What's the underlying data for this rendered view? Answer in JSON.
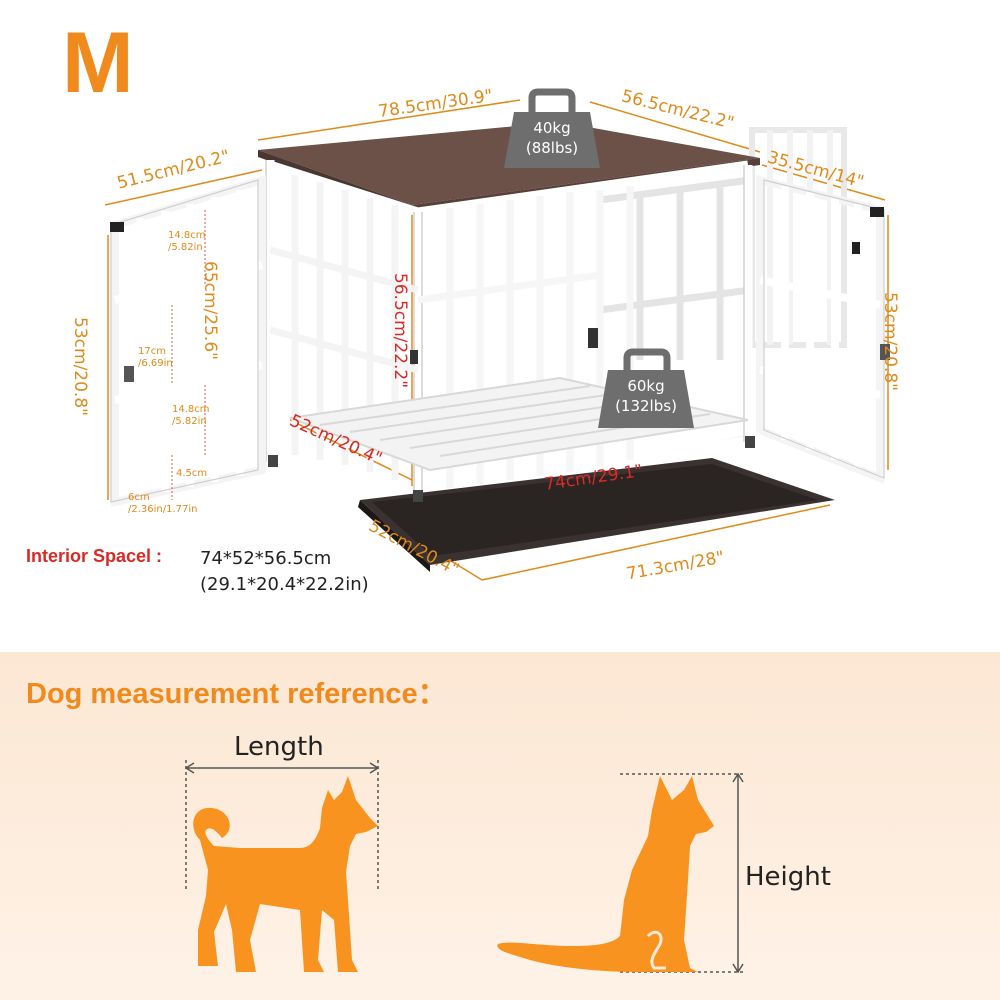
{
  "size_label": "M",
  "colors": {
    "size_letter": "#f08a1c",
    "dimension_text": "#e08a1a",
    "interior_dimension_text": "#d92a25",
    "reference_title": "#f08a1c",
    "reference_background": "#fce7d3",
    "dog_silhouette": "#f7931e",
    "tabletop": "#6b5148",
    "frame": "#ffffff",
    "tray": "#3a3230",
    "weight_tag": "#6e6e6e"
  },
  "weights": {
    "top": {
      "kg": "40kg",
      "lbs": "(88lbs)"
    },
    "floor": {
      "kg": "60kg",
      "lbs": "(132lbs)"
    }
  },
  "dimensions": {
    "top_width": "78.5cm/30.9\"",
    "top_depth": "56.5cm/22.2\"",
    "left_door_width": "51.5cm/20.2\"",
    "right_door_width": "35.5cm/14\"",
    "overall_height": "65cm/25.6\"",
    "left_door_height": "53cm/20.8\"",
    "right_door_height": "53cm/20.8\"",
    "interior_height": "56.5cm/22.2\"",
    "interior_depth": "52cm/20.4\"",
    "interior_width": "74cm/29.1\"",
    "tray_depth": "52cm/20.4\"",
    "tray_width": "71.3cm/28\""
  },
  "door_gaps": [
    {
      "cm": "14.8cm",
      "in": "/5.82in"
    },
    {
      "cm": "17cm",
      "in": "/6.69in"
    },
    {
      "cm": "14.8cm",
      "in": "/5.82in"
    },
    {
      "cm": "4.5cm",
      "in": ""
    },
    {
      "cm": "6cm",
      "in": "/2.36in"
    },
    {
      "cm": "",
      "in": "/1.77in"
    }
  ],
  "interior_space": {
    "label": "Interior Spacel :",
    "metric": "74*52*56.5cm",
    "imperial": "(29.1*20.4*22.2in)"
  },
  "reference": {
    "title": "Dog measurement reference：",
    "length_label": "Length",
    "height_label": "Height"
  }
}
